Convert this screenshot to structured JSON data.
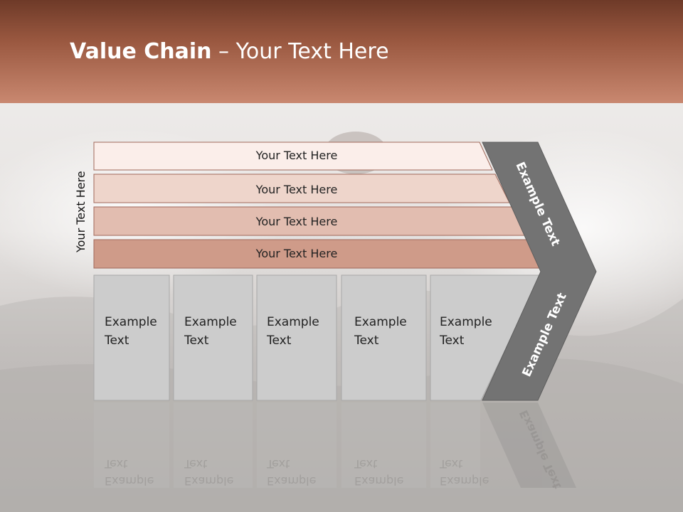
{
  "slide": {
    "title_bold": "Value Chain",
    "title_rest": " – Your Text Here",
    "side_label": "Your Text Here"
  },
  "rows": [
    {
      "label": "Your Text Here",
      "fill": "#fbeeea"
    },
    {
      "label": "Your Text Here",
      "fill": "#eed5cb"
    },
    {
      "label": "Your Text Here",
      "fill": "#e2bdb0"
    },
    {
      "label": "Your Text Here",
      "fill": "#cf9b89"
    }
  ],
  "boxes": [
    {
      "line1": "Example",
      "line2": "Text"
    },
    {
      "line1": "Example",
      "line2": "Text"
    },
    {
      "line1": "Example",
      "line2": "Text"
    },
    {
      "line1": "Example",
      "line2": "Text"
    },
    {
      "line1": "Example",
      "line2": "Text"
    }
  ],
  "chevron": {
    "upper_label": "Example Text",
    "lower_label": "Example Text",
    "fill": "#737373"
  },
  "colors": {
    "header_top": "#6e3a28",
    "header_bottom": "#c98870",
    "box_fill": "#cccccc",
    "row_border": "#a0685a"
  }
}
